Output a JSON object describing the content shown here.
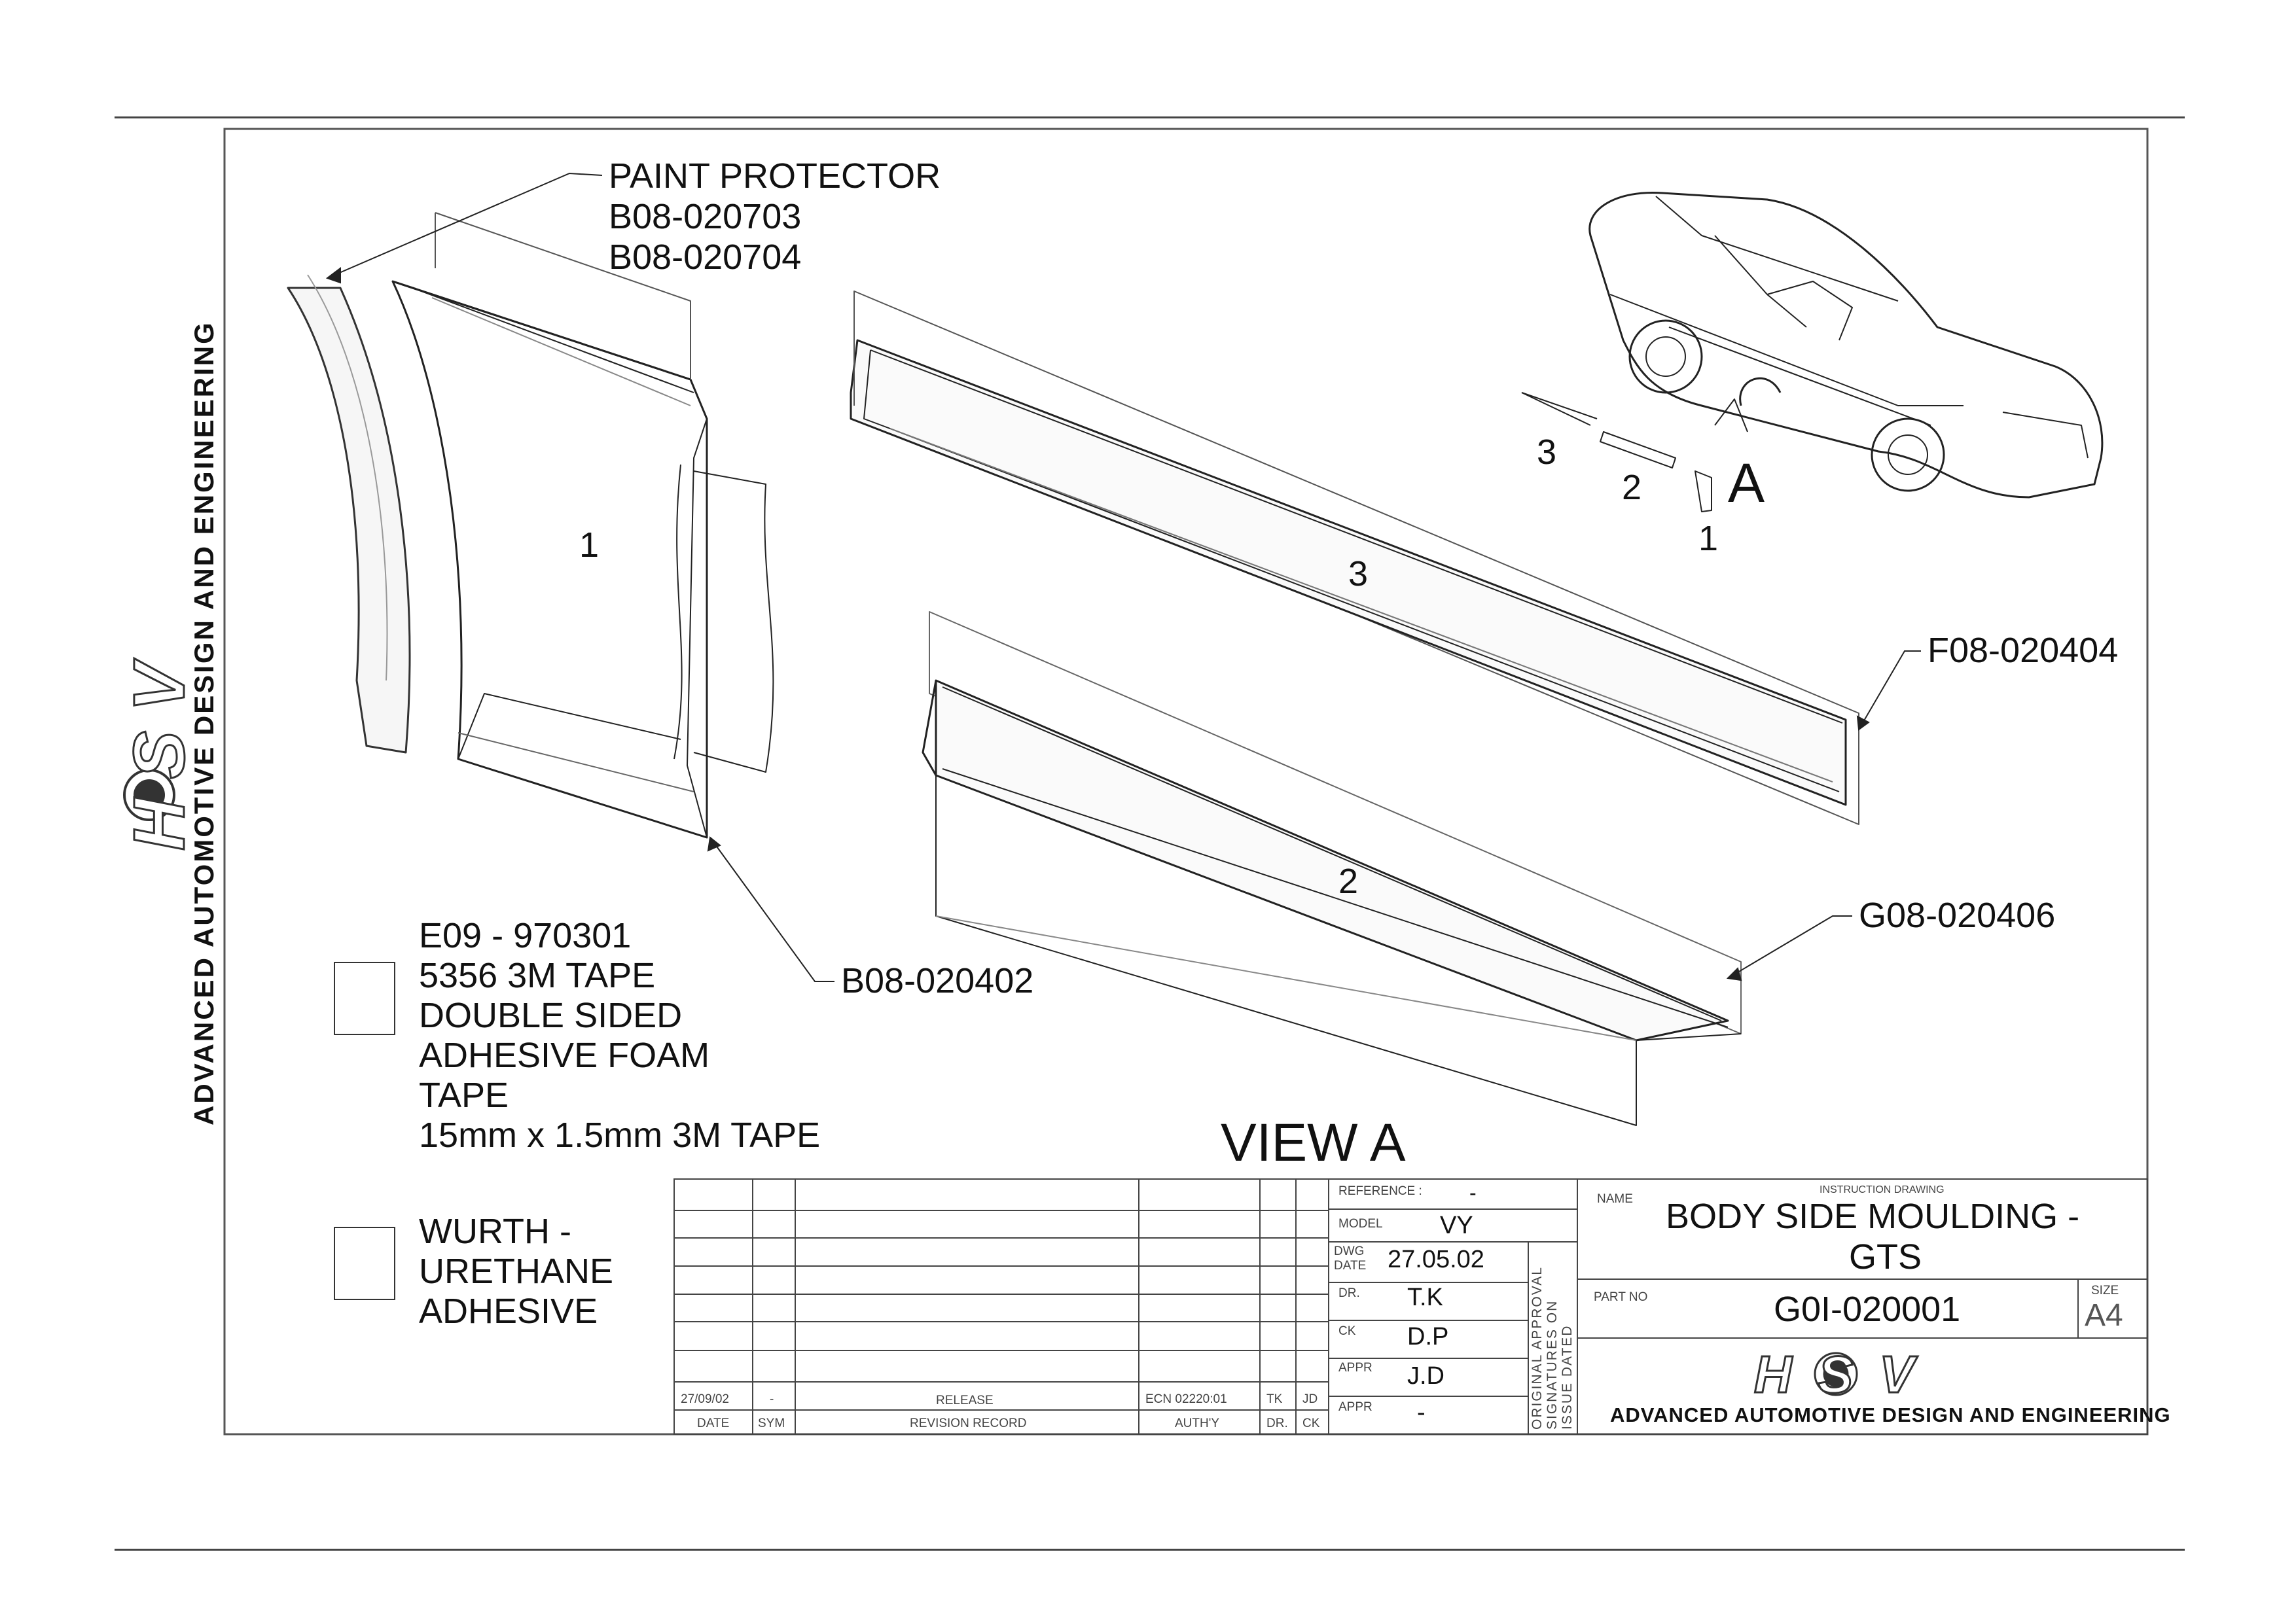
{
  "drawing": {
    "brand_logo_text": "HSV",
    "company": "ADVANCED AUTOMOTIVE DESIGN AND ENGINEERING",
    "view_label": "VIEW A",
    "callouts": {
      "paint_protector": [
        "PAINT PROTECTOR",
        "B08-020703",
        "B08-020704"
      ],
      "f08": "F08-020404",
      "g08": "G08-020406",
      "b08_402": "B08-020402"
    },
    "part_numbers_on_view": {
      "p1": "1",
      "p2": "2",
      "p3": "3"
    },
    "detail_view": {
      "label_a": "A",
      "n1": "1",
      "n2": "2",
      "n3": "3"
    },
    "legend": [
      {
        "lines": [
          "E09 - 970301",
          "5356 3M TAPE",
          "DOUBLE SIDED",
          "ADHESIVE FOAM",
          "TAPE",
          "15mm x 1.5mm 3M TAPE"
        ]
      },
      {
        "lines": [
          "WURTH -",
          "URETHANE",
          "ADHESIVE"
        ]
      }
    ]
  },
  "title_block": {
    "reference_label": "REFERENCE :",
    "reference_value": "-",
    "model_label": "MODEL",
    "model_value": "VY",
    "dwg_date_label_1": "DWG",
    "dwg_date_label_2": "DATE",
    "dwg_date_value": "27.05.02",
    "dr_label": "DR.",
    "dr_value": "T.K",
    "ck_label": "CK",
    "ck_value": "D.P",
    "appr_label": "APPR",
    "appr_value": "J.D",
    "appr2_label": "APPR",
    "appr2_value": "-",
    "signatures_note": [
      "ORIGINAL APPROVAL",
      "SIGNATURES ON",
      "ISSUE DATED"
    ],
    "name_label": "NAME",
    "instruction": "INSTRUCTION DRAWING",
    "name_line1": "BODY SIDE MOULDING -",
    "name_line2": "GTS",
    "part_no_label": "PART NO",
    "part_no": "G0I-020001",
    "size_label": "SIZE",
    "size": "A4",
    "revision": {
      "row": {
        "date": "27/09/02",
        "sym": "-",
        "record": "RELEASE",
        "authy": "ECN 02220:01",
        "dr": "TK",
        "ck": "JD"
      },
      "headers": {
        "date": "DATE",
        "sym": "SYM",
        "record": "REVISION RECORD",
        "authy": "AUTH'Y",
        "dr": "DR.",
        "ck": "CK"
      }
    }
  }
}
